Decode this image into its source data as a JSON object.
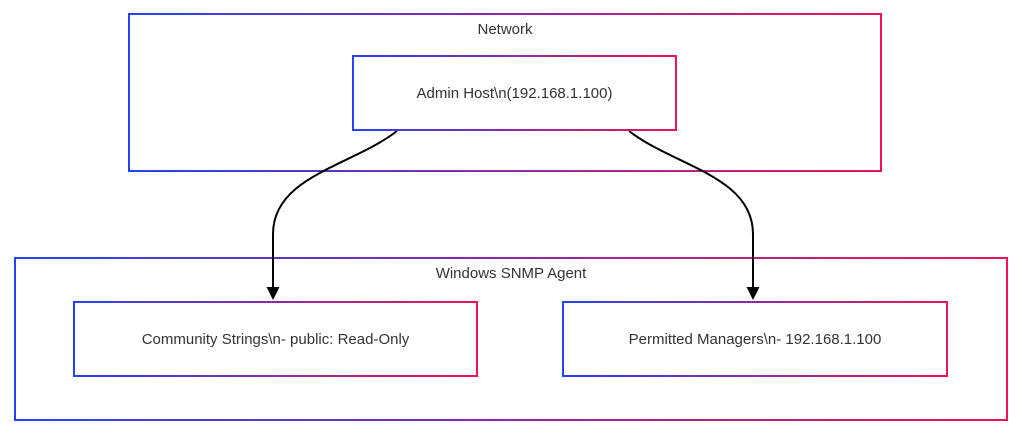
{
  "colors": {
    "border_start": "#2643F0",
    "border_end": "#EC1454",
    "arrow": "#000000",
    "text": "#333333"
  },
  "diagram": {
    "groups": [
      {
        "id": "network",
        "label": "Network"
      },
      {
        "id": "windows-snmp-agent",
        "label": "Windows SNMP Agent"
      }
    ],
    "nodes": [
      {
        "id": "admin-host",
        "label": "Admin Host\\n(192.168.1.100)"
      },
      {
        "id": "community-strings",
        "label": "Community Strings\\n- public: Read-Only"
      },
      {
        "id": "permitted-managers",
        "label": "Permitted Managers\\n- 192.168.1.100"
      }
    ],
    "edges": [
      {
        "from": "admin-host",
        "to": "community-strings"
      },
      {
        "from": "admin-host",
        "to": "permitted-managers"
      }
    ]
  }
}
